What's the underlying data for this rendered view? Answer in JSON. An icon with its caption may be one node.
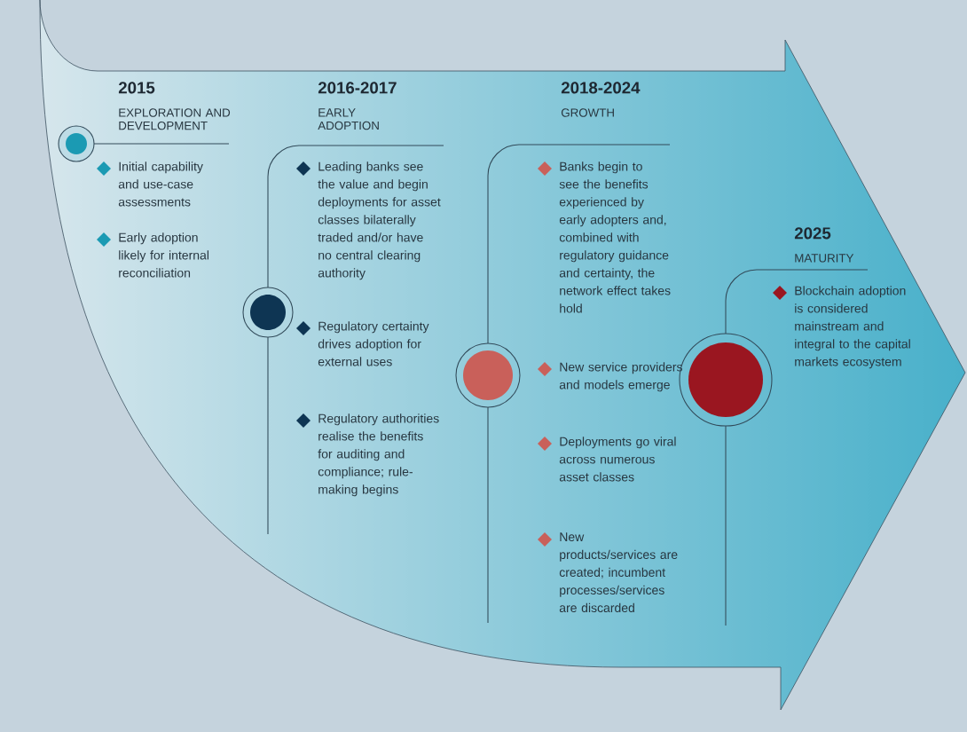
{
  "diagram": {
    "nodes": [
      {
        "text": [
          "2015",
          "EXPLORATION AND DEVELOPMENT",
          "Initial capability and use-case assessments",
          "Early adoption likely for internal reconciliation"
        ]
      },
      {
        "text": [
          "2016-2017",
          "EARLY ADOPTION",
          "Leading banks see the value and begin deployments for asset classes bilaterally traded and/or have no central clearing authority",
          "Regulatory certainty drives adoption for external uses",
          "Regulatory authorities realise the benefits for auditing and compliance; rule-making begins"
        ]
      },
      {
        "text": [
          "2018-2024",
          "GROWTH",
          "Banks begin to see the benefits experienced by early adopters and, combined with regulatory guidance and certainty, the network effect takes hold",
          "New service providers and models emerge",
          "Deployments go viral across numerous asset classes",
          "New products/services are created; incumbent processes/services are discarded"
        ]
      },
      {
        "text": [
          "2025",
          "MATURITY",
          "Blockchain adoption is considered mainstream and integral to the capital markets ecosystem"
        ]
      }
    ]
  }
}
